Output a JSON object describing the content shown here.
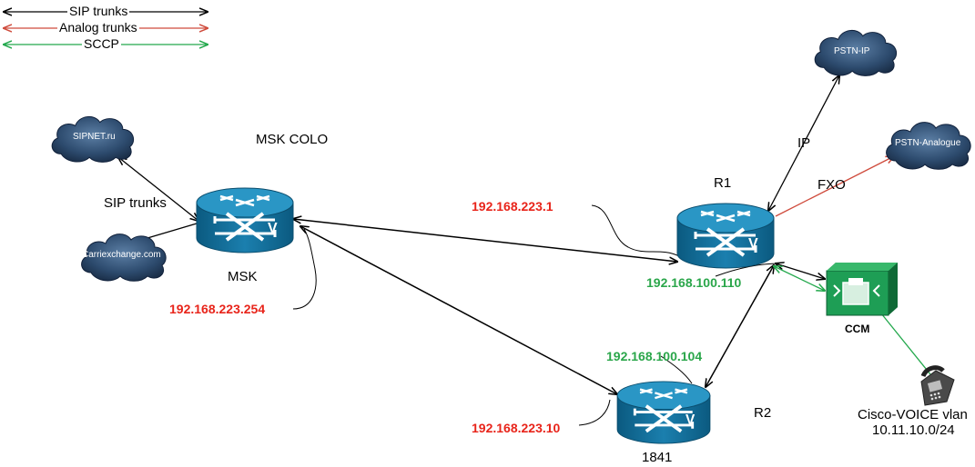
{
  "legend": {
    "sip": "SIP trunks",
    "analog": "Analog trunks",
    "sccp": "SCCP"
  },
  "clouds": {
    "sipnet": "SIPNET.ru",
    "carrier": "Carriexchange.com",
    "pstn_ip": "PSTN-IP",
    "pstn_analog": "PSTN-Analogue"
  },
  "labels": {
    "msk_colo": "MSK COLO",
    "sip_trunks": "SIP trunks",
    "msk": "MSK",
    "r1": "R1",
    "r2": "R2",
    "r1841": "1841",
    "ip": "IP",
    "fxo": "FXO",
    "ccm": "CCM",
    "voice_vlan": "Cisco-VOICE vlan",
    "voice_subnet": "10.11.10.0/24"
  },
  "addresses": {
    "r1_wan": "192.168.223.1",
    "msk_wan": "192.168.223.254",
    "r2_wan": "192.168.223.10",
    "r1_lan": "192.168.100.110",
    "r2_lan": "192.168.100.104"
  },
  "colors": {
    "router_dark": "#0a5f87",
    "router_light": "#2a96c5",
    "cloud": "#233d5c",
    "ccm": "#1e9e55",
    "sip_line": "#000000",
    "analog_line": "#cf4b3c",
    "sccp_line": "#23a84c"
  }
}
